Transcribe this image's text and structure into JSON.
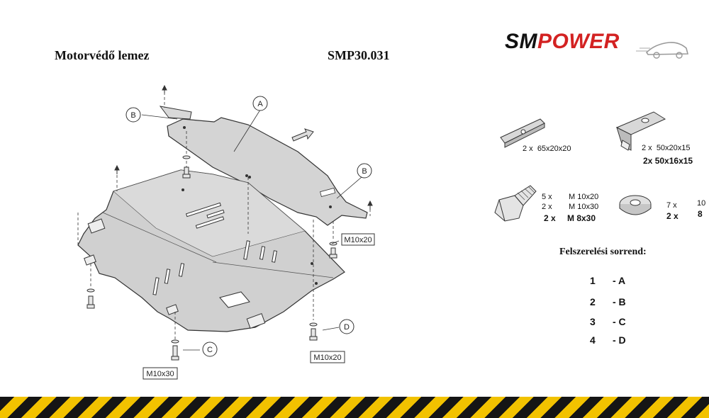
{
  "header": {
    "product_name": "Motorvédő lemez",
    "product_code": "SMP30.031",
    "logo_sm": "SM",
    "logo_power": "POWER"
  },
  "callouts": {
    "a": "A",
    "b1": "B",
    "b2": "B",
    "c": "C",
    "d": "D",
    "bolt_rear": "M10x20",
    "bolt_front_left": "M10x30",
    "bolt_front_right": "M10x20"
  },
  "hardware": {
    "bracket1": {
      "qty": "2 x",
      "size": "65x20x20"
    },
    "bracket2": {
      "qty": "2 x",
      "size": "50x20x15",
      "qty2": "2x",
      "size2": "50x16x15"
    },
    "bolts": {
      "qty1": "5 x",
      "size1": "M 10x20",
      "qty2": "2 x",
      "size2": "M 10x30",
      "qty3": "2 x",
      "size3": "M 8x30"
    },
    "washers": {
      "qty1": "7 x",
      "size1": "10",
      "qty2": "2 x",
      "size2": "8"
    }
  },
  "order": {
    "title": "Felszerelési sorrend:",
    "steps": [
      {
        "num": "1",
        "part": "- A"
      },
      {
        "num": "2",
        "part": "- B"
      },
      {
        "num": "3",
        "part": "- C"
      },
      {
        "num": "4",
        "part": "- D"
      }
    ]
  },
  "colors": {
    "logo_red": "#d32222",
    "stripe_yellow": "#f2c200",
    "stripe_black": "#151515",
    "plate_gray": "#cfcfcf"
  }
}
